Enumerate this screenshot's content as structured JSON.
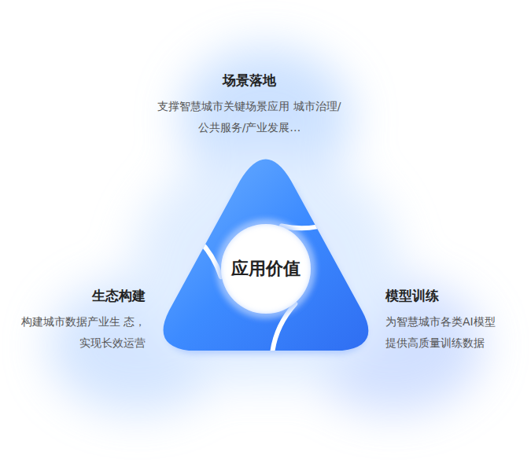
{
  "diagram": {
    "nodes": [
      {
        "text": [
          "场景落地",
          "支撑智慧城市关键场景应用 城市治理/公共服务/产业发展…"
        ]
      },
      {
        "text": [
          "应用价值"
        ]
      },
      {
        "text": [
          "生态构建",
          "构建城市数据产业生 态，实现长效运营"
        ]
      },
      {
        "text": [
          "模型训练",
          "为智慧城市各类AI模型 提供高质量训练数据"
        ]
      }
    ]
  }
}
